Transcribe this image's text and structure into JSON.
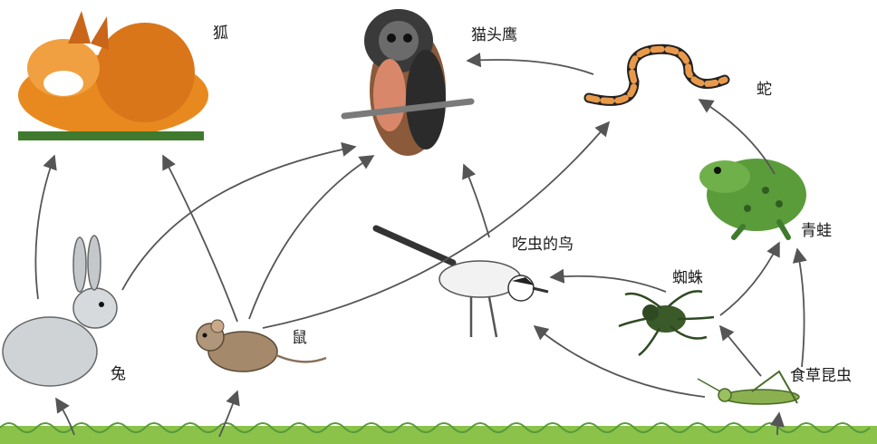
{
  "organisms": {
    "fox": "狐",
    "owl": "猫头鹰",
    "snake": "蛇",
    "frog": "青蛙",
    "insect_bird": "吃虫的鸟",
    "spider": "蜘蛛",
    "rabbit": "兔",
    "mouse": "鼠",
    "herbivorous_insect": "食草昆虫"
  },
  "colors": {
    "arrow": "#555555",
    "grass": "#6aa84f",
    "fox": "#e07b1a",
    "snake": "#d9822b",
    "frog": "#4e8f3a"
  }
}
